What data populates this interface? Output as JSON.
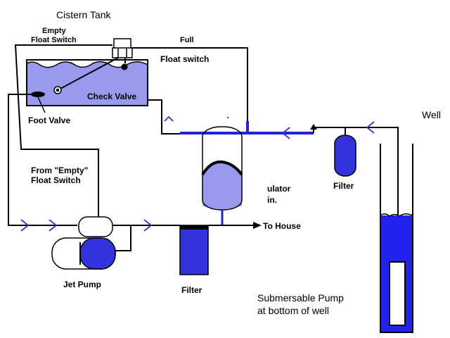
{
  "labels": {
    "cistern_tank": "Cistern Tank",
    "empty_float_switch_line1": "Empty",
    "empty_float_switch_line2": "Float Switch",
    "full": "Full",
    "float_switch": "Float switch",
    "check_valve": "Check Valve",
    "foot_valve": "Foot Valve",
    "well": "Well",
    "from_empty_line1": "From \"Empty\"",
    "from_empty_line2": "Float Switch",
    "accumulator_line1": "ulator",
    "accumulator_line2": "in.",
    "filter_right": "Filter",
    "to_house": "To House",
    "jet_pump": "Jet Pump",
    "filter_bottom": "Filter",
    "submersible_line1": "Submersable Pump",
    "submersible_line2": "at bottom of well"
  },
  "colors": {
    "water": "#9999ee",
    "blue_pipe": "#2222dd",
    "blue_fill": "#3333dd",
    "well_water": "#2222ee",
    "outline": "#000000",
    "arrow": "#3333cc"
  }
}
